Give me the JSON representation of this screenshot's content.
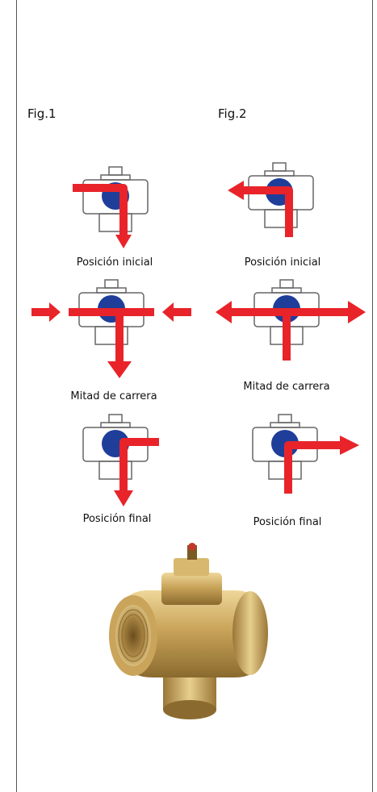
{
  "figures": [
    {
      "title": "Fig.1",
      "captions": [
        "Posición inicial",
        "Mitad de carrera",
        "Posición final"
      ]
    },
    {
      "title": "Fig.2",
      "captions": [
        "Posición inicial",
        "Mitad de carrera",
        "Posición final"
      ]
    }
  ],
  "colors": {
    "arrow": "#e8242a",
    "ball": "#1f3e9a",
    "body_outline": "#666666"
  },
  "icons": [
    "valve-diagram-icon",
    "brass-valve-photo"
  ]
}
